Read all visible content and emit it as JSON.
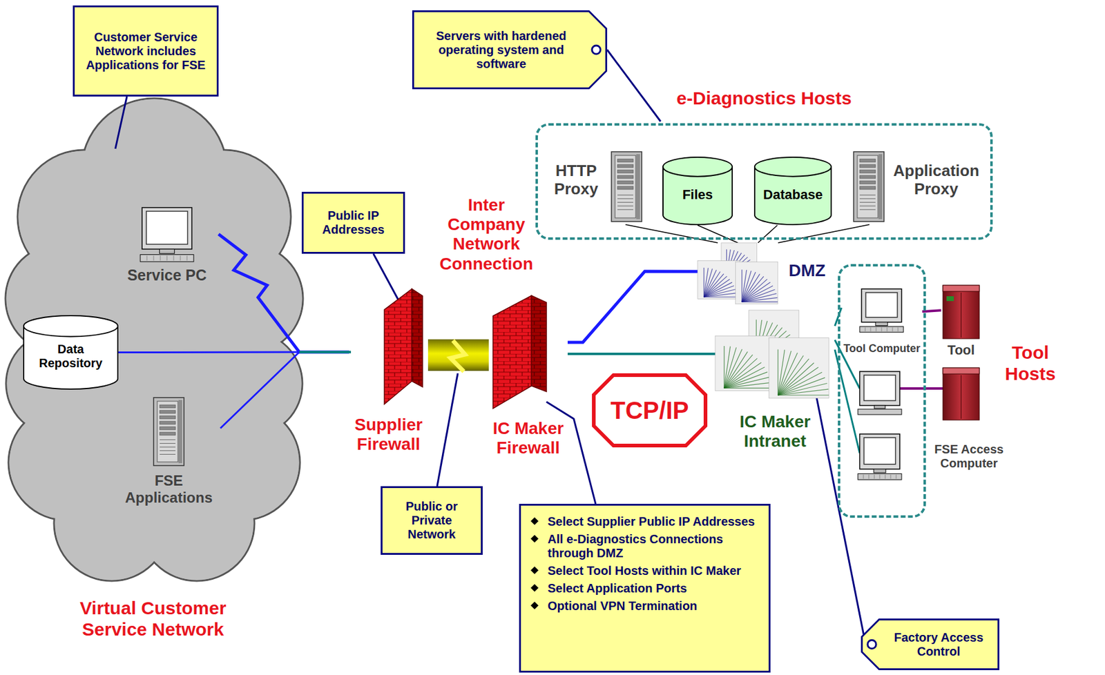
{
  "diagram": {
    "nodes": [
      {
        "text": [
          "Customer Service Network includes Applications for FSE"
        ]
      },
      {
        "text": [
          "Virtual Customer Service Network"
        ]
      },
      {
        "text": [
          "Service PC"
        ],
        "in": 1
      },
      {
        "text": [
          "Data Repository"
        ],
        "in": 1
      },
      {
        "text": [
          "FSE Applications"
        ],
        "in": 1
      },
      {
        "text": [
          "Servers with hardened operating system and software"
        ]
      },
      {
        "text": [
          "e-Diagnostics Hosts"
        ]
      },
      {
        "text": [
          "HTTP Proxy"
        ],
        "in": 6
      },
      {
        "text": [
          "Files"
        ],
        "in": 6
      },
      {
        "text": [
          "Database"
        ],
        "in": 6
      },
      {
        "text": [
          "Application Proxy"
        ],
        "in": 6
      },
      {
        "text": [
          "Public IP Addresses"
        ]
      },
      {
        "text": [
          "Supplier Firewall"
        ]
      },
      {
        "text": [
          "IC Maker Firewall"
        ]
      },
      {
        "text": [
          "DMZ"
        ]
      },
      {
        "text": [
          "TCP/IP"
        ]
      },
      {
        "text": [
          "IC Maker Intranet"
        ]
      },
      {
        "text": [
          "Tool Hosts"
        ]
      },
      {
        "text": [
          "Tool Computer"
        ],
        "in": 17
      },
      {
        "text": [
          "FSE Access Computer"
        ],
        "in": 17
      },
      {
        "text": [
          "Tool"
        ]
      },
      {
        "text": [
          "Public or Private Network"
        ]
      },
      {
        "text": [
          "Select Supplier Public IP Addresses",
          "All e-Diagnostics Connections through DMZ",
          "Select Tool Hosts within IC Maker",
          "Select Application Ports",
          "Optional VPN Termination"
        ]
      },
      {
        "text": [
          "Factory Access Control"
        ]
      }
    ],
    "edges": [
      {
        "from": 2,
        "to": 12,
        "arrow": "none"
      },
      {
        "from": 3,
        "to": 12,
        "arrow": "none"
      },
      {
        "from": 4,
        "to": 12,
        "arrow": "none"
      },
      {
        "from": 12,
        "to": 13,
        "arrow": "none"
      },
      {
        "from": 13,
        "to": 14,
        "arrow": "none"
      },
      {
        "from": 13,
        "to": 16,
        "arrow": "none"
      },
      {
        "from": 14,
        "to": 7,
        "arrow": "none"
      },
      {
        "from": 14,
        "to": 8,
        "arrow": "none"
      },
      {
        "from": 14,
        "to": 9,
        "arrow": "none"
      },
      {
        "from": 14,
        "to": 10,
        "arrow": "none"
      },
      {
        "from": 16,
        "to": 18,
        "arrow": "none"
      },
      {
        "from": 16,
        "to": 19,
        "arrow": "none"
      },
      {
        "from": 18,
        "to": 20,
        "arrow": "none"
      }
    ],
    "labels": [
      "Inter Company Network Connection"
    ]
  }
}
